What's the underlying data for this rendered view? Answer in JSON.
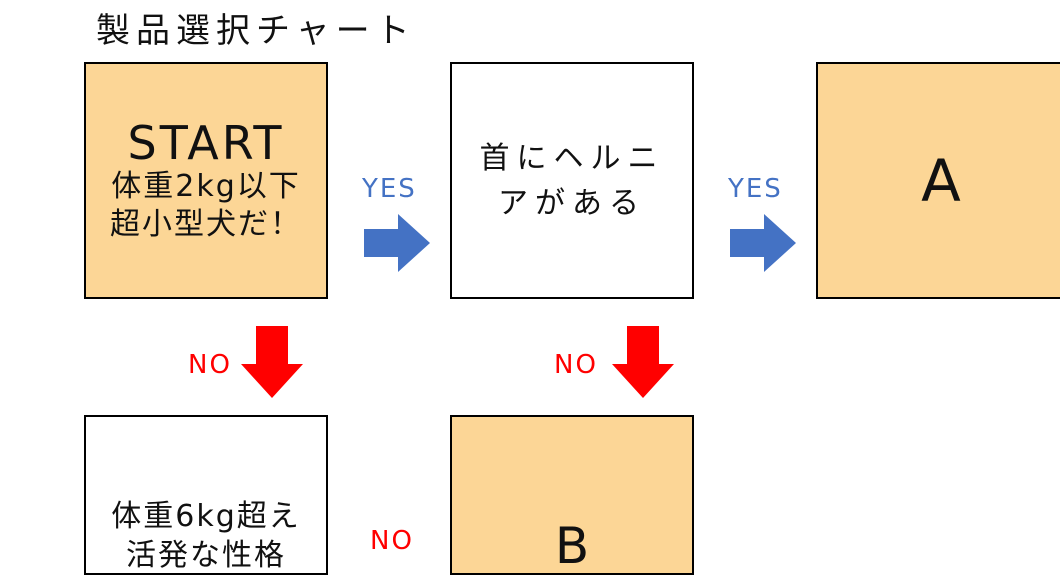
{
  "title": "製品選択チャート",
  "nodes": {
    "start": {
      "lines": [
        "START",
        "体重2kg以下",
        "超小型犬だ！"
      ]
    },
    "hernia": {
      "lines": [
        "首にヘルニ",
        "アがある"
      ]
    },
    "a": {
      "label": "A"
    },
    "weight6": {
      "lines": [
        "体重6kg超え",
        "活発な性格"
      ]
    },
    "b": {
      "label": "B"
    }
  },
  "edges": {
    "start_to_hernia": {
      "label": "YES",
      "direction": "right"
    },
    "hernia_to_a": {
      "label": "YES",
      "direction": "right"
    },
    "start_to_weight6": {
      "label": "NO",
      "direction": "down"
    },
    "hernia_to_b": {
      "label": "NO",
      "direction": "down"
    },
    "weight6_to_b": {
      "label": "NO",
      "direction": "right"
    }
  },
  "colors": {
    "result_fill": "#fcd696",
    "yes_arrow": "#4472c4",
    "no_arrow": "#ff0000"
  }
}
